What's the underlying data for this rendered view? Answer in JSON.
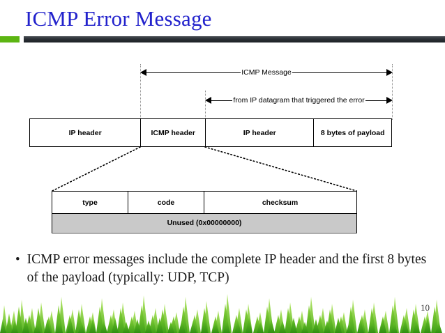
{
  "slide": {
    "title": "ICMP Error Message",
    "page_number": "10",
    "title_color": "#2222CC",
    "accent_green": "#5CB512",
    "rule_dark": "#2b3036"
  },
  "diagram": {
    "span_arrows": [
      {
        "label": "ICMP Message"
      },
      {
        "label": "from IP datagram that triggered the error"
      }
    ],
    "packet_row": {
      "cells": [
        {
          "label": "IP header"
        },
        {
          "label": "ICMP header"
        },
        {
          "label": "IP header"
        },
        {
          "label": "8 bytes of payload"
        }
      ]
    },
    "icmp_header_detail": {
      "fields": [
        {
          "label": "type"
        },
        {
          "label": "code"
        },
        {
          "label": "checksum"
        }
      ],
      "unused_row": {
        "label": "Unused (0x00000000)",
        "fill": "#C9C9C9"
      }
    }
  },
  "body": {
    "bullet_marker": "•",
    "bullet_text": "ICMP error messages include the complete IP header and the first 8 bytes of the payload (typically: UDP, TCP)"
  }
}
